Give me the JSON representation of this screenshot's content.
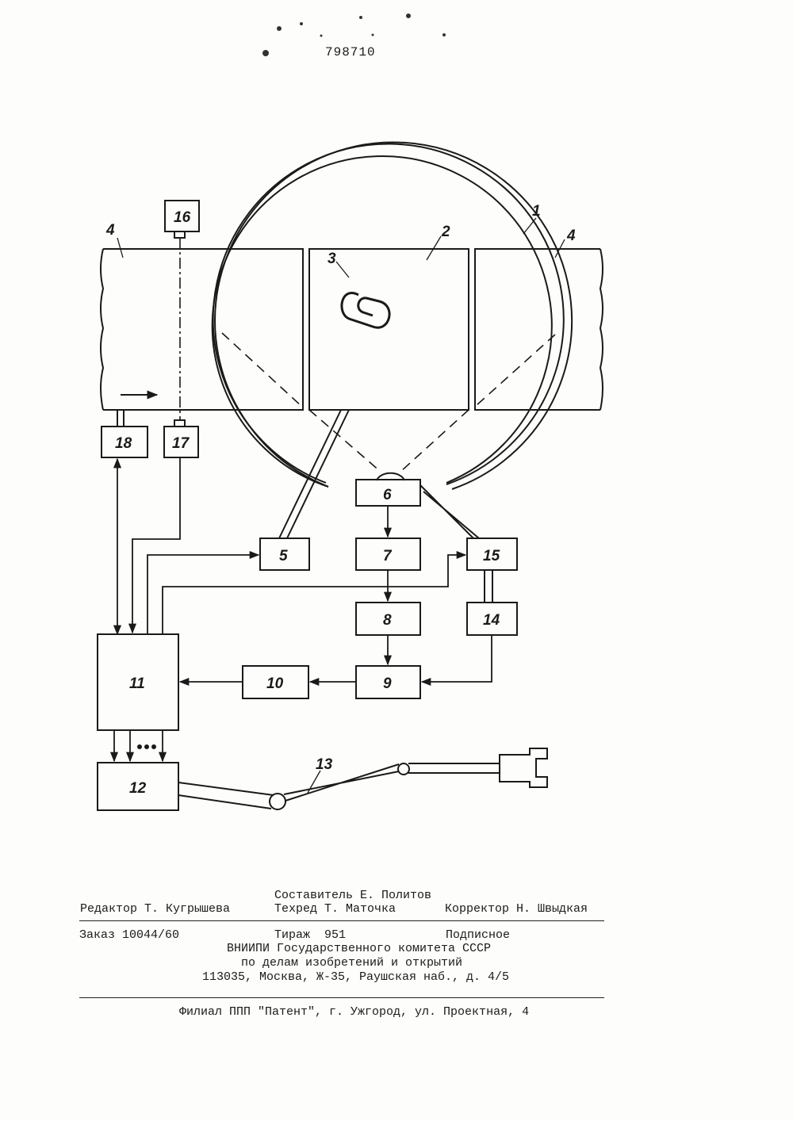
{
  "patent_number": "798710",
  "diagram": {
    "labels": {
      "drum": "1",
      "frame": "2",
      "object": "3",
      "belt_left": "4",
      "belt_right": "4",
      "b5": "5",
      "b6": "6",
      "b7": "7",
      "b8": "8",
      "b9": "9",
      "b10": "10",
      "b11": "11",
      "b12": "12",
      "arm": "13",
      "b14": "14",
      "b15": "15",
      "b16": "16",
      "b17": "17",
      "b18": "18"
    }
  },
  "footer": {
    "compiler": "Составитель Е. Политов",
    "editor": "Редактор Т. Кугрышева",
    "techred": "Техред Т. Маточка",
    "corrector": "Корректор Н. Швыдкая",
    "order": "Заказ 10044/60",
    "circulation": "Тираж  951",
    "subscription": "Подписное",
    "org1": "ВНИИПИ Государственного комитета СССР",
    "org2": "по делам изобретений и открытий",
    "address": "113035, Москва, Ж-35, Раушская наб., д. 4/5",
    "branch": "Филиал ППП \"Патент\", г. Ужгород, ул. Проектная, 4"
  }
}
